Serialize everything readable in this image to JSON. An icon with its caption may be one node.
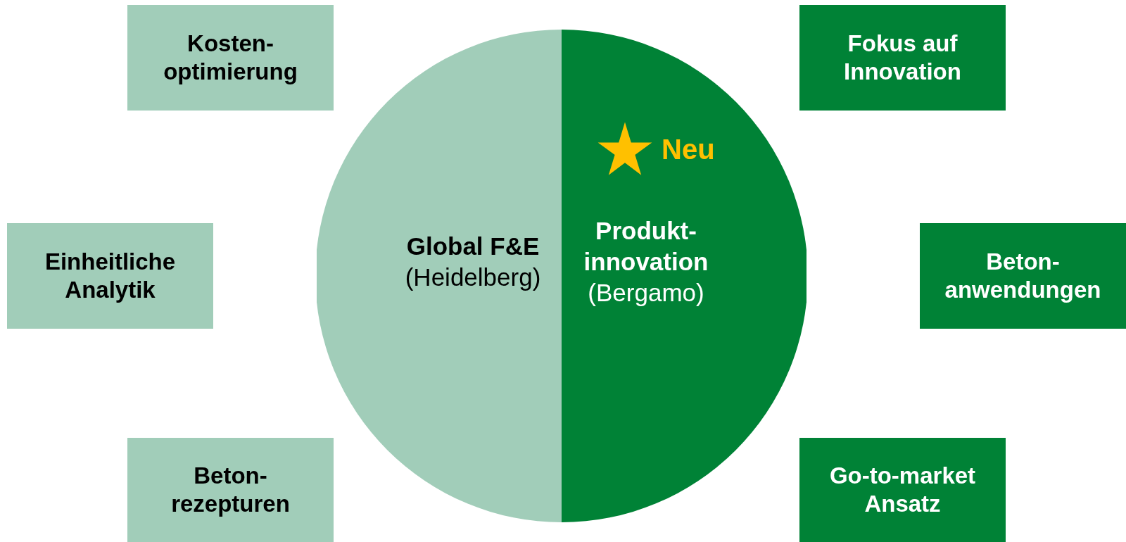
{
  "diagram": {
    "nodes": [
      {
        "text": [
          "Kosten- optimierung"
        ]
      },
      {
        "text": [
          "Fokus auf Innovation"
        ]
      },
      {
        "text": [
          "Global F&E",
          "(Heidelberg)"
        ]
      },
      {
        "text": [
          "Neu",
          "Produkt- innovation",
          "(Bergamo)"
        ]
      },
      {
        "text": [
          "Einheitliche Analytik"
        ]
      },
      {
        "text": [
          "Beton- anwendungen"
        ]
      },
      {
        "text": [
          "Beton- rezepturen"
        ]
      },
      {
        "text": [
          "Go-to-market Ansatz"
        ]
      }
    ],
    "edges": []
  }
}
